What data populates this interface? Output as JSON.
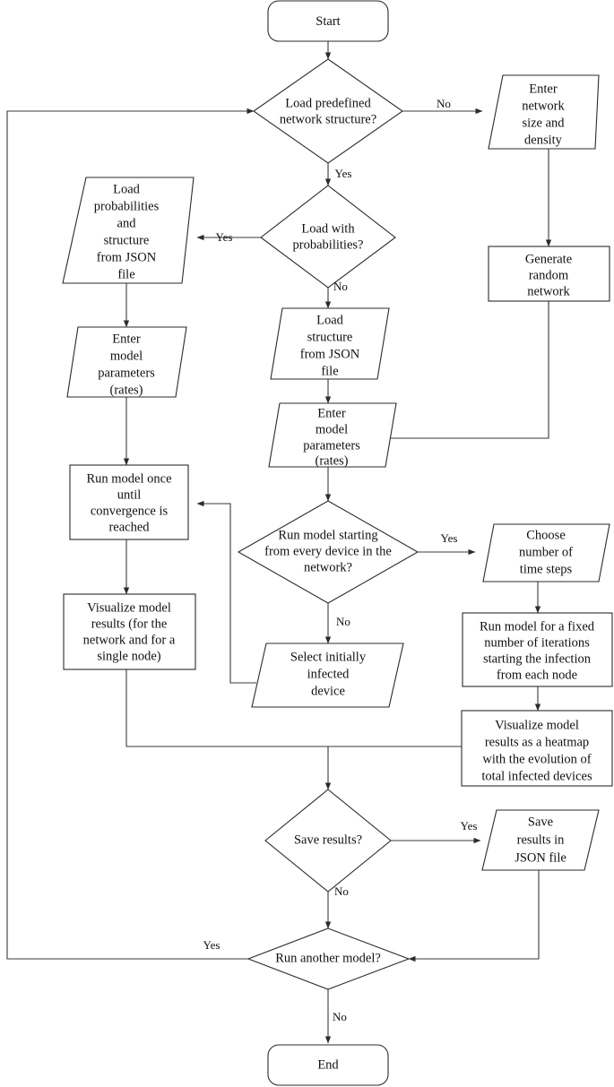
{
  "diagram": {
    "title": "Model workflow flowchart",
    "background_color": "#ffffff",
    "stroke_color": "#2b2b2b",
    "connector_color": "#3a3a3a",
    "text_color": "#111111"
  },
  "nodes": {
    "start": {
      "label": "Start",
      "shape": "terminator"
    },
    "load_predefined": {
      "line1": "Load predefined",
      "line2": "network structure?",
      "shape": "decision"
    },
    "enter_network": {
      "line1": "Enter",
      "line2": "network",
      "line3": "size and",
      "line4": "density",
      "shape": "io"
    },
    "generate_random": {
      "line1": "Generate",
      "line2": "random",
      "line3": "network",
      "shape": "process"
    },
    "load_with_probabilities": {
      "line1": "Load with",
      "line2": "probabilities?",
      "shape": "decision"
    },
    "load_probs_structure": {
      "line1": "Load",
      "line2": "probabilities",
      "line3": "and",
      "line4": "structure",
      "line5": "from JSON",
      "line6": "file",
      "shape": "io"
    },
    "enter_params_left": {
      "line1": "Enter",
      "line2": "model",
      "line3": "parameters",
      "line4": "(rates)",
      "shape": "io"
    },
    "load_structure": {
      "line1": "Load",
      "line2": "structure",
      "line3": "from JSON",
      "line4": "file",
      "shape": "io"
    },
    "enter_params_center": {
      "line1": "Enter",
      "line2": "model",
      "line3": "parameters",
      "line4": "(rates)",
      "shape": "io"
    },
    "run_once": {
      "line1": "Run model once",
      "line2": "until",
      "line3": "convergence is",
      "line4": "reached",
      "shape": "process"
    },
    "visualize_left": {
      "line1": "Visualize model",
      "line2": "results (for the",
      "line3": "network and for a",
      "line4": "single node)",
      "shape": "process"
    },
    "run_from_every": {
      "line1": "Run model starting",
      "line2": "from every device in the",
      "line3": "network?",
      "shape": "decision"
    },
    "choose_steps": {
      "line1": "Choose",
      "line2": "number of",
      "line3": "time steps",
      "shape": "io"
    },
    "run_fixed": {
      "line1": "Run model for a fixed",
      "line2": "number of iterations",
      "line3": "starting the infection",
      "line4": "from each node",
      "shape": "process"
    },
    "select_infected": {
      "line1": "Select initially",
      "line2": "infected",
      "line3": "device",
      "shape": "io"
    },
    "visualize_heatmap": {
      "line1": "Visualize model",
      "line2": "results as a heatmap",
      "line3": "with the evolution of",
      "line4": "total infected devices",
      "shape": "process"
    },
    "save_results": {
      "label": "Save results?",
      "shape": "decision"
    },
    "save_json": {
      "line1": "Save",
      "line2": "results in",
      "line3": "JSON file",
      "shape": "io"
    },
    "run_another": {
      "label": "Run another model?",
      "shape": "decision"
    },
    "end": {
      "label": "End",
      "shape": "terminator"
    }
  },
  "edge_labels": {
    "predefined_no": "No",
    "predefined_yes": "Yes",
    "probabilities_yes": "Yes",
    "probabilities_no": "No",
    "every_device_yes": "Yes",
    "every_device_no": "No",
    "save_yes": "Yes",
    "save_no": "No",
    "another_yes": "Yes",
    "another_no": "No"
  }
}
